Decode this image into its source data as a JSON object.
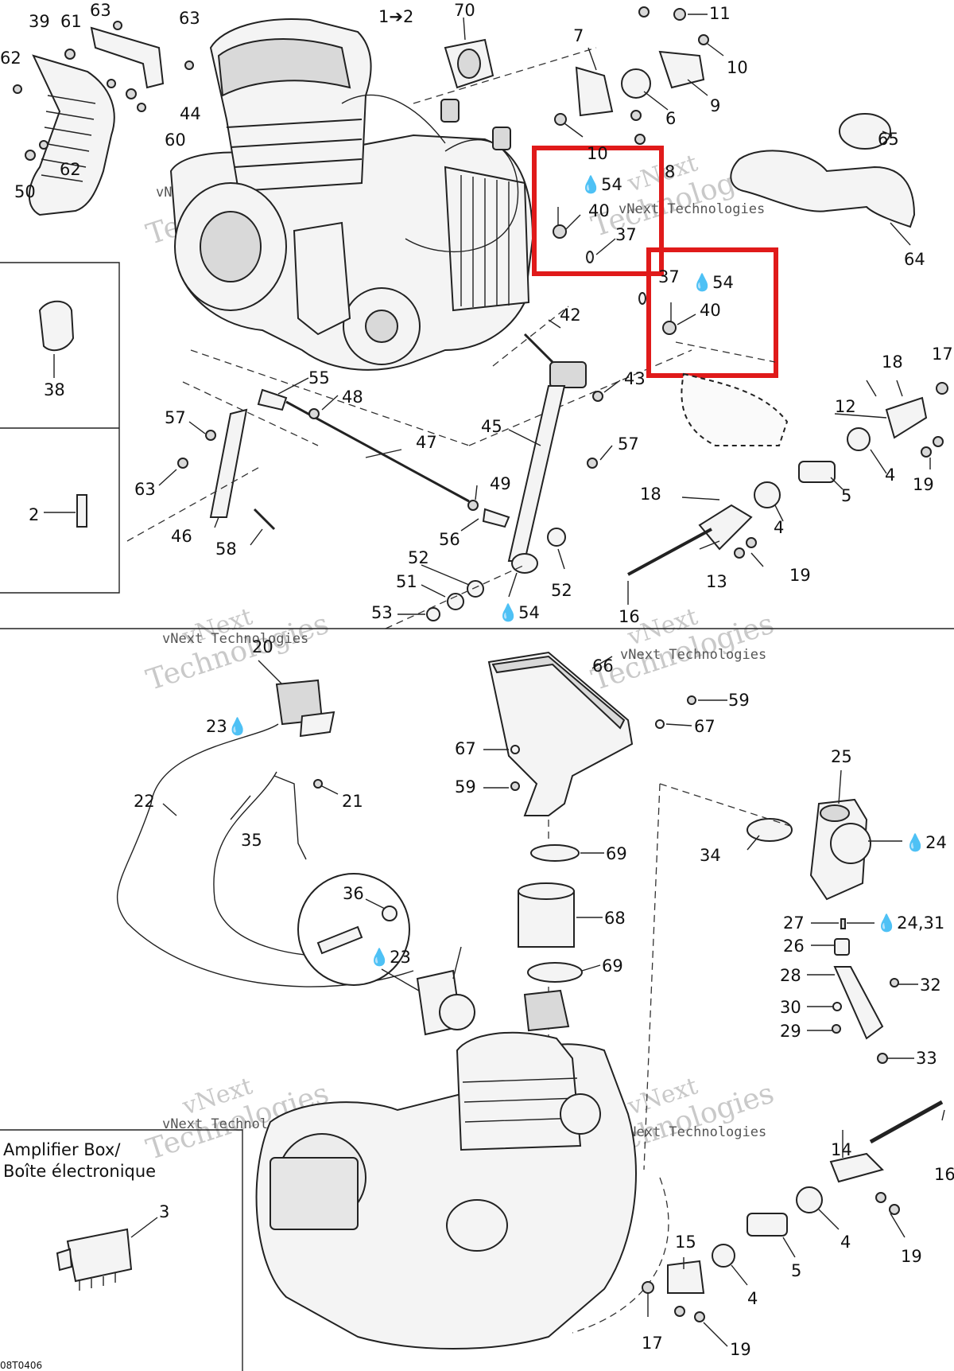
{
  "labels": {
    "l_1_2": "1➔2",
    "l_70": "70",
    "l_7": "7",
    "l_11": "11",
    "l_10a": "10",
    "l_9": "9",
    "l_6": "6",
    "l_10b": "10",
    "l_8": "8",
    "l_65": "65",
    "l_64": "64",
    "l_39": "39",
    "l_61": "61",
    "l_63a": "63",
    "l_63b": "63",
    "l_62a": "62",
    "l_44": "44",
    "l_60": "60",
    "l_50": "50",
    "l_62b": "62",
    "l_54a": "54",
    "l_40a": "40",
    "l_37a": "37",
    "l_37b": "37",
    "l_54b": "54",
    "l_40b": "40",
    "l_42": "42",
    "l_43": "43",
    "l_18a": "18",
    "l_17a": "17",
    "l_12": "12",
    "l_4a": "4",
    "l_19a": "19",
    "l_5a": "5",
    "l_18b": "18",
    "l_4b": "4",
    "l_19b": "19",
    "l_13": "13",
    "l_16a": "16",
    "l_38": "38",
    "l_2": "2",
    "l_55": "55",
    "l_48": "48",
    "l_57a": "57",
    "l_47": "47",
    "l_45": "45",
    "l_57b": "57",
    "l_63c": "63",
    "l_49": "49",
    "l_46": "46",
    "l_58": "58",
    "l_56": "56",
    "l_52a": "52",
    "l_51": "51",
    "l_52b": "52",
    "l_53": "53",
    "l_54c": "54",
    "l_20": "20",
    "l_23a": "23",
    "l_21": "21",
    "l_22": "22",
    "l_35": "35",
    "l_36": "36",
    "l_23b": "23",
    "l_66": "66",
    "l_59a": "59",
    "l_67a": "67",
    "l_67b": "67",
    "l_59b": "59",
    "l_25": "25",
    "l_24": "24",
    "l_34": "34",
    "l_69a": "69",
    "l_68": "68",
    "l_69b": "69",
    "l_27": "27",
    "l_24_31": "24,31",
    "l_26": "26",
    "l_28": "28",
    "l_32": "32",
    "l_30": "30",
    "l_29": "29",
    "l_33": "33",
    "l_14": "14",
    "l_16b": "16",
    "l_4c": "4",
    "l_19c": "19",
    "l_15": "15",
    "l_5b": "5",
    "l_4d": "4",
    "l_17b": "17",
    "l_19d": "19",
    "l_3": "3"
  },
  "inset_box": {
    "title_line1": "Amplifier Box/",
    "title_line2": "Boîte électronique"
  },
  "figure_code": "08T0406",
  "watermark": {
    "line1": "vNext",
    "line2": "vNext Technologies",
    "line3": "Technologies"
  },
  "colors": {
    "highlight": "#e01a1a",
    "line": "#222222",
    "watermark": "#c9c9c9"
  },
  "icons": {
    "drop": "oil-drop-icon",
    "arrow": "right-arrow-icon"
  }
}
